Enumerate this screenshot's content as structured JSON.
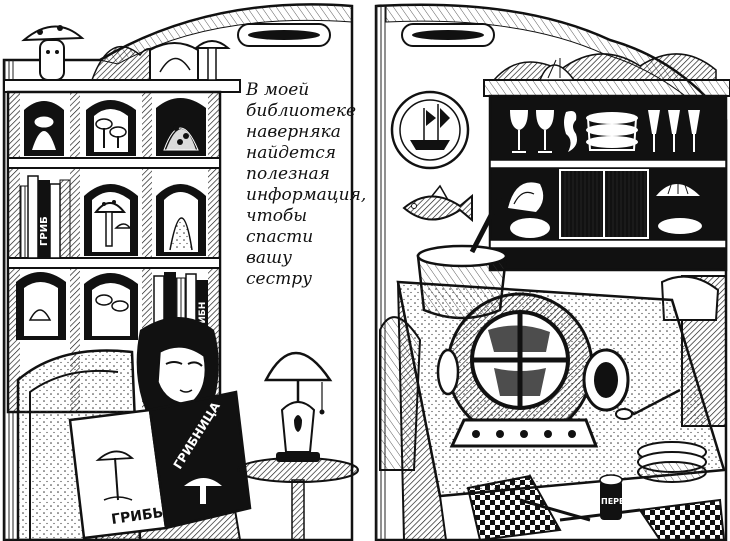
{
  "caption": {
    "lines": [
      "В моей",
      "библиотеке",
      "наверняка",
      "найдется",
      "полезная",
      "информация,",
      "чтобы",
      "спасти",
      "вашу",
      "сестру"
    ]
  },
  "book_cover": {
    "word_main": "ГРИБЫ",
    "word_title": "ГРИБНИЦА"
  },
  "spine_labels": [
    "ГРИБ",
    "ГРИБН"
  ],
  "pepper_label": "ПЕРЕЦ",
  "colors": {
    "ink": "#111111",
    "paper": "#ffffff",
    "hatch": "#555555"
  },
  "icons": [
    "mushroom-icon",
    "lamp-icon",
    "diving-helmet-icon",
    "fish-icon",
    "ship-plate-icon",
    "pot-icon",
    "shell-icon",
    "wine-glass-icon",
    "seahorse-icon"
  ]
}
